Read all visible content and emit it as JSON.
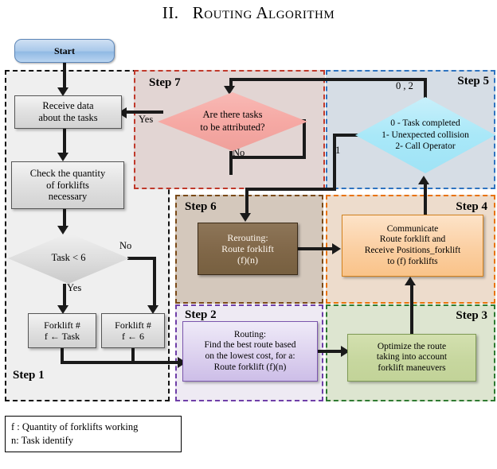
{
  "title": "II.   Routing Algorithm",
  "nodes": {
    "start": "Start",
    "receive": {
      "l1": "Receive data",
      "l2": "about  the tasks"
    },
    "check": {
      "l1": "Check the quantity",
      "l2": "of forklifts",
      "l3": "necessary"
    },
    "task_decision": "Task  < 6",
    "forklift_left": {
      "l1": "Forklift #",
      "l2": "f ← Task"
    },
    "forklift_right": {
      "l1": "Forklift #",
      "l2": "f ← 6"
    },
    "attributed_decision": {
      "l1": "Are there tasks",
      "l2": "to be attributed?"
    },
    "status_decision": {
      "l1": "0 - Task completed",
      "l2": "1- Unexpected collision",
      "l3": "2- Call Operator"
    },
    "rerouting": {
      "l1": "Rerouting:",
      "l2": "Route forklift",
      "l3": "(f)(n)"
    },
    "communicate": {
      "l1": "Communicate",
      "l2": "Route  forklift  and",
      "l3": "Receive Positions_forklift",
      "l4": "to (f) forklifts"
    },
    "routing": {
      "l1": "Routing:",
      "l2": "Find the best route based",
      "l3": "on the lowest cost, for a:",
      "l4": "Route forklift (f)(n)"
    },
    "optimize": {
      "l1": "Optimize the route",
      "l2": "taking into account",
      "l3": "forklift maneuvers"
    }
  },
  "regions": {
    "step1": {
      "label": "Step 1",
      "border_color": "#111111",
      "fill": "#efefef"
    },
    "step2": {
      "label": "Step 2",
      "border_color": "#6f3fa8",
      "fill": "#eeeaf3"
    },
    "step3": {
      "label": "Step 3",
      "border_color": "#2f7a32",
      "fill": "#dde5d0"
    },
    "step4": {
      "label": "Step 4",
      "border_color": "#e8730c",
      "fill": "#eddccc"
    },
    "step5": {
      "label": "Step 5",
      "border_color": "#2f74c0",
      "fill": "#d6dde5"
    },
    "step6": {
      "label": "Step 6",
      "border_color": "#7a4a18",
      "fill": "#d4c8bc"
    },
    "step7": {
      "label": "Step 7",
      "border_color": "#c0392b",
      "fill": "#e2d5d3"
    }
  },
  "edge_labels": {
    "yes_task": "Yes",
    "no_task": "No",
    "yes_attributed": "Yes",
    "no_attributed": "No",
    "status_0_2": "0 , 2",
    "status_1": "1"
  },
  "legend": {
    "line1": "f : Quantity of forklifts working",
    "line2": "n: Task identify"
  }
}
